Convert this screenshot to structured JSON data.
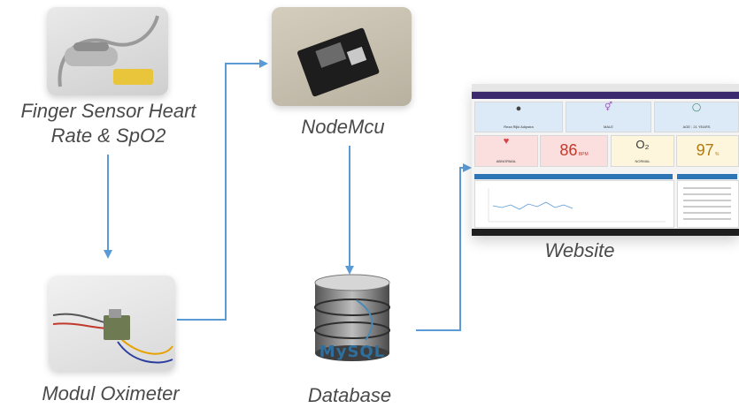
{
  "nodes": {
    "finger_sensor": {
      "label": "Finger Sensor Heart\nRate & SpO2"
    },
    "nodemcu": {
      "label": "NodeMcu"
    },
    "website": {
      "label": "Website"
    },
    "oximeter": {
      "label": "Modul Oximeter"
    },
    "database": {
      "label": "Database",
      "logo_text": "MySQL"
    }
  },
  "website_screen": {
    "user_name": "Reza Rijki Adipstra",
    "gender": "MALE",
    "age": "AGE : 21 YEARS",
    "heart_status": "ABNORMAL",
    "bpm_value": "86",
    "bpm_unit": "BPM",
    "o2_status": "NORMAL",
    "spo2_value": "97",
    "spo2_unit": "%"
  },
  "colors": {
    "arrow": "#5b9bd5",
    "caption": "#4a4a4a"
  }
}
